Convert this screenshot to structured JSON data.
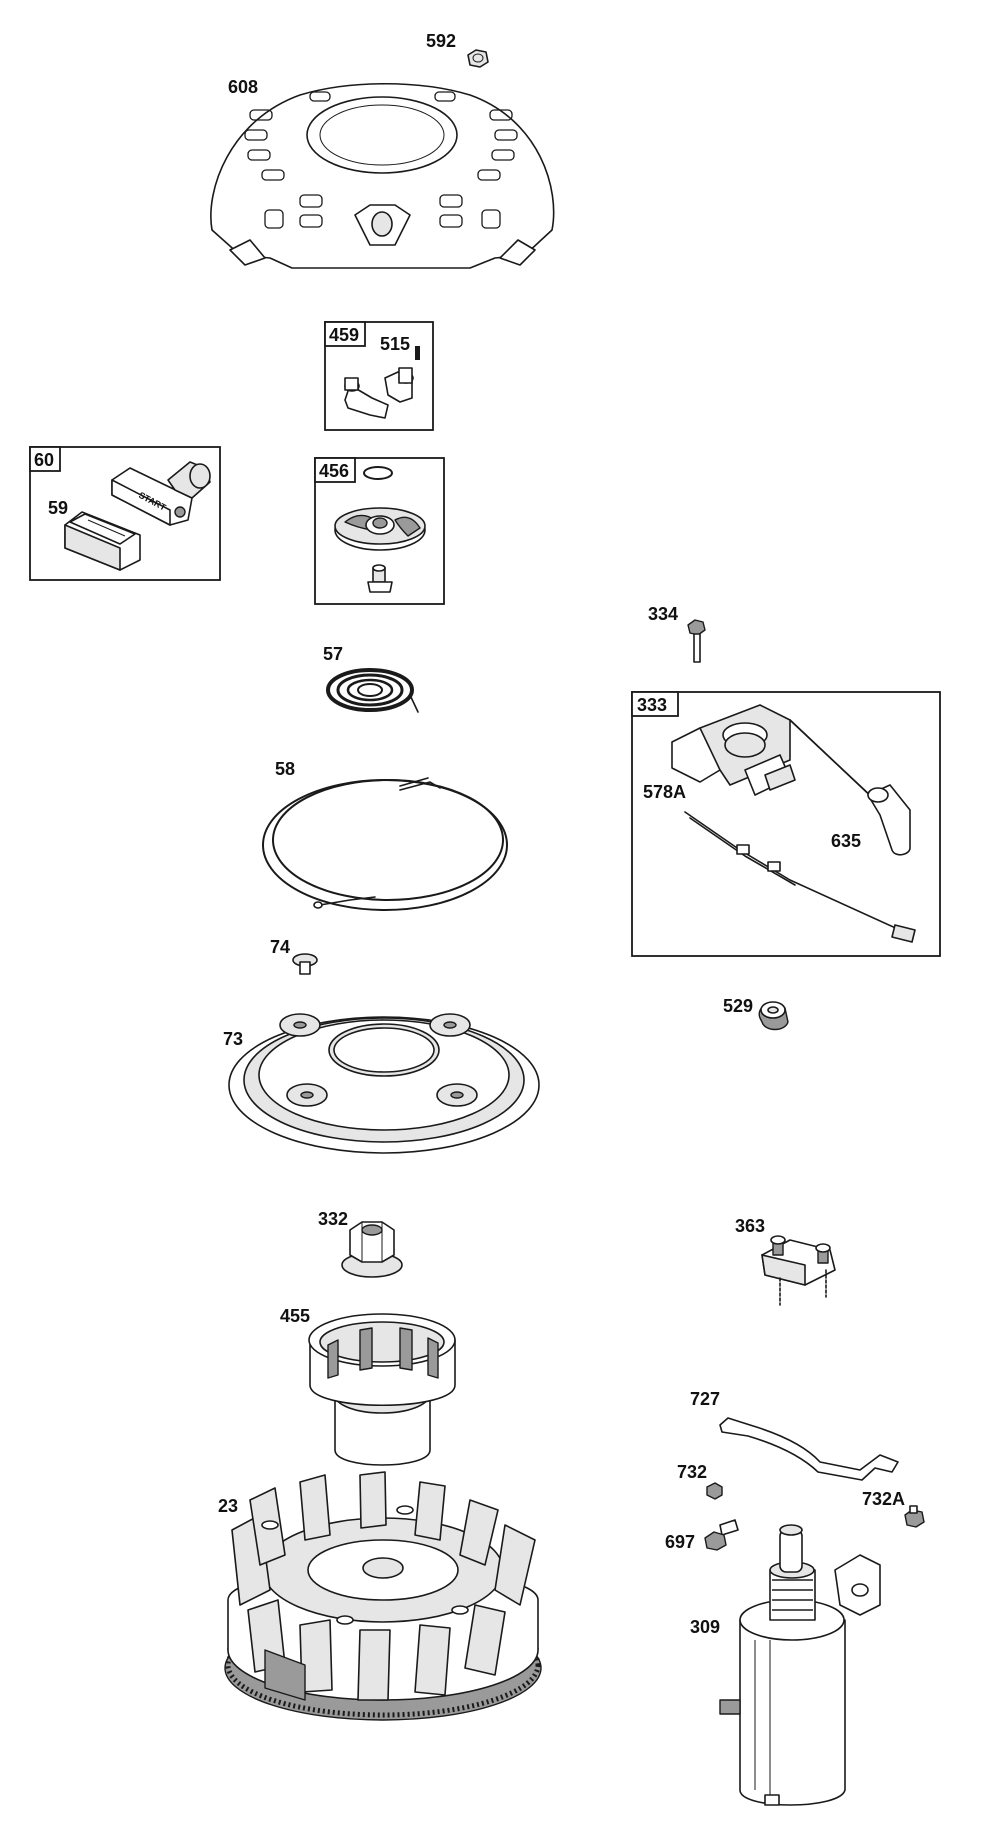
{
  "labels": {
    "p592": "592",
    "p608": "608",
    "p459": "459",
    "p515": "515",
    "p60": "60",
    "p59": "59",
    "p456": "456",
    "p57": "57",
    "p58": "58",
    "p74": "74",
    "p73": "73",
    "p334": "334",
    "p333": "333",
    "p578A": "578A",
    "p635": "635",
    "p529": "529",
    "p332": "332",
    "p455": "455",
    "p363": "363",
    "p23": "23",
    "p727": "727",
    "p732": "732",
    "p732A": "732A",
    "p697": "697",
    "p309": "309"
  },
  "handle_text": "START"
}
